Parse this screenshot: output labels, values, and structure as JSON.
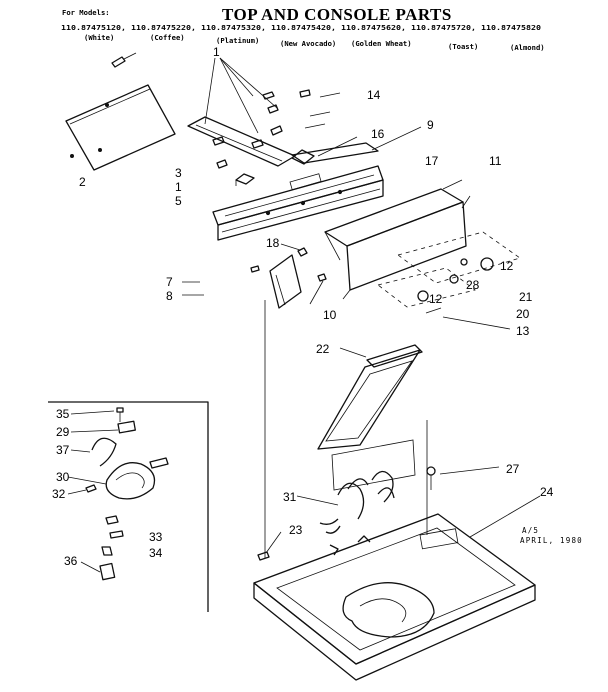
{
  "title": "TOP AND CONSOLE PARTS",
  "for_models": "For Models:",
  "model_line": "110.87475120, 110.87475220, 110.87475320, 110.87475420, 110.87475620, 110.87475720, 110.87475820",
  "colors": [
    "(White)",
    "(Coffee)",
    "(Platinum)",
    "(New Avocado)",
    "(Golden Wheat)",
    "(Toast)",
    "(Almond)"
  ],
  "callouts": [
    "1",
    "2",
    "3",
    "1",
    "5",
    "7",
    "8",
    "9",
    "10",
    "11",
    "12",
    "12",
    "13",
    "14",
    "16",
    "17",
    "18",
    "20",
    "21",
    "22",
    "23",
    "24",
    "27",
    "28",
    "29",
    "30",
    "31",
    "32",
    "33",
    "34",
    "35",
    "36",
    "37"
  ],
  "note_line1": "A/5",
  "note_line2": "APRIL, 1980"
}
